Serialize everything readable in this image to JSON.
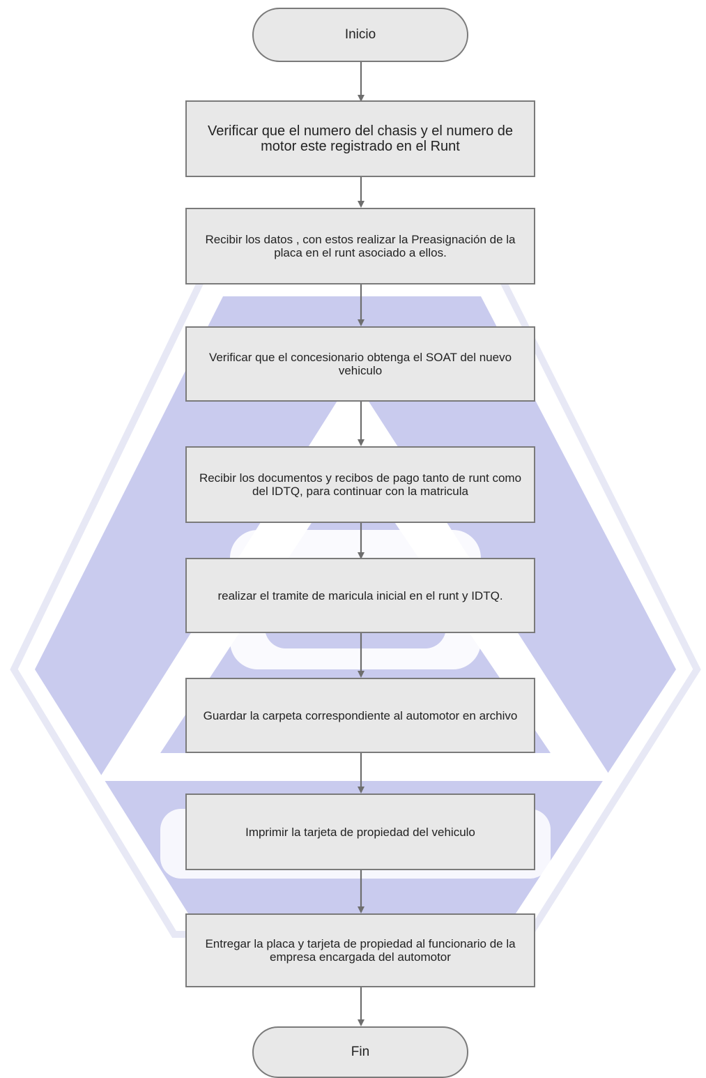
{
  "flowchart": {
    "start_label": "Inicio",
    "end_label": "Fin",
    "steps": [
      "Verificar que el numero del chasis y el numero de motor este registrado en el Runt",
      "Recibir  los datos ,  con estos  realizar  la Preasignación  de la placa en el runt asociado a ellos.",
      "Verificar que el concesionario obtenga el SOAT del nuevo vehiculo",
      "Recibir  los documentos y recibos de pago tanto de runt como del IDTQ, para continuar con la matricula",
      "realizar el tramite de maricula inicial en el runt y IDTQ.",
      "Guardar la carpeta correspondiente al automotor en archivo",
      "Imprimir la tarjeta de propiedad del vehiculo",
      "Entregar la placa y  tarjeta de propiedad al funcionario de la empresa encargada del automotor"
    ]
  },
  "colors": {
    "node_fill": "#e8e8e8",
    "node_border": "#7a7a7a",
    "arrow": "#6e6e6e",
    "watermark": "#c9cbee"
  }
}
